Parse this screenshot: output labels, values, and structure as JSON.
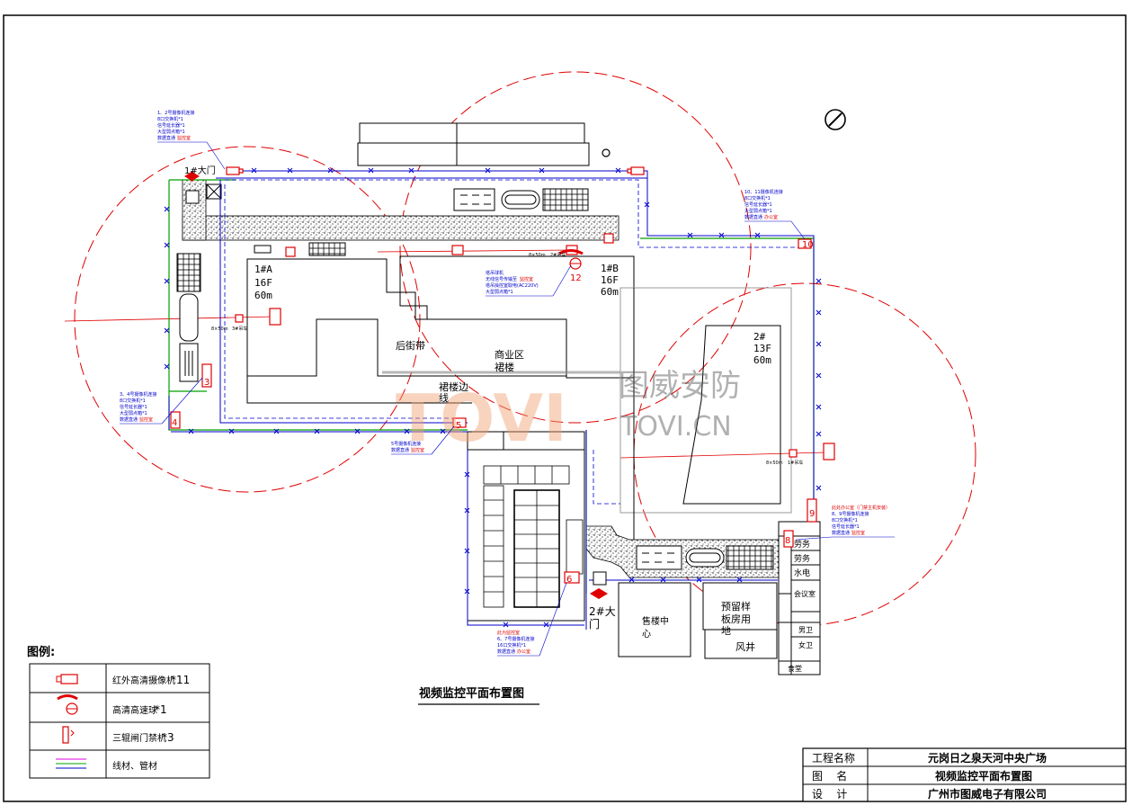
{
  "buildings": {
    "a": {
      "name": "1#A",
      "floors": "16F",
      "height": "60m"
    },
    "b": {
      "name": "1#B",
      "floors": "16F",
      "height": "60m"
    },
    "c": {
      "name": "2#",
      "floors": "13F",
      "height": "60m"
    }
  },
  "area_labels": {
    "houjiedai": "后街带",
    "shangye_1": "商业区",
    "shangye_2": "裙楼",
    "qunlou_1": "裙楼边",
    "qunlou_2": "线",
    "gate1": "1#大门",
    "gate2_1": "2#大",
    "gate2_2": "门",
    "sales_1": "售楼中",
    "sales_2": "心",
    "reserved_1": "预留样",
    "reserved_2": "板房用",
    "reserved_3": "地",
    "fengjing": "风井",
    "lower_3": "劳务",
    "lower_4": "劳务",
    "lower_5": "水电",
    "lower_6": "会议室",
    "lower_7": "男卫",
    "lower_8": "女卫",
    "lower_9": "食堂"
  },
  "device_numbers": [
    "3",
    "4",
    "5",
    "6",
    "8",
    "9",
    "10",
    "12"
  ],
  "distance_labels": [
    "8×50m",
    "3#吊车",
    "8×50m",
    "2#吊车",
    "8×50m",
    "1#吊车"
  ],
  "notes": {
    "n12": {
      "lines": [
        "1、2号摄像机连接",
        "8口交换机*1",
        "信号延长器*1",
        "大型弱点箱*1",
        "数据直通",
        "监控室"
      ]
    },
    "n1011": {
      "lines": [
        "10、11摄像机连接",
        "8口交换机*1",
        "信号延长器*1",
        "大型弱点箱*1",
        "数据直通",
        "办公室"
      ]
    },
    "n_tower": {
      "lines": [
        "塔吊球机",
        "无线信号传输至",
        "监控室",
        "塔吊操控室取电(AC220V)",
        "大型弱点箱*1"
      ]
    },
    "n34": {
      "lines": [
        "3、4号摄像机连接",
        "8口交换机*1",
        "信号延长器*1",
        "大型弱点箱*1",
        "数据直通",
        "监控室"
      ]
    },
    "n5": {
      "lines": [
        "5号摄像机连接",
        "数据直通",
        "监控室"
      ]
    },
    "n89": {
      "lines": [
        "此处办公室（门禁主机安装）",
        "8、9号摄像机连接",
        "8口交换机*1",
        "信号延长器*1",
        "数据直通",
        "监控室"
      ]
    },
    "n67": {
      "lines": [
        "此为监控室",
        "6、7号摄像机连接",
        "16口交换机*1",
        "数据直通",
        "办公室"
      ]
    }
  },
  "plan_title": "视频监控平面布置图",
  "watermark": {
    "brand": "TOVI",
    "cn": "图威安防",
    "url": "TOVI.CN"
  },
  "legend": {
    "title": "图例:",
    "items": [
      {
        "label": "红外高清摄像机",
        "count": "*11"
      },
      {
        "label": "高清高速球",
        "count": "*1"
      },
      {
        "label": "三辊闸门禁机",
        "count": "*3"
      },
      {
        "label": "线材、管材",
        "count": ""
      }
    ]
  },
  "title_block": [
    {
      "key": "工程名称",
      "value": "元岗日之泉天河中央广场"
    },
    {
      "key": "图    名",
      "value": "视频监控平面布置图"
    },
    {
      "key": "设    计",
      "value": "广州市图威电子有限公司"
    }
  ],
  "colors": {
    "camera": "#e00000",
    "cable": "#0000cc",
    "fence": "#00a000",
    "coverage": "#e00000",
    "line": "#000000"
  }
}
